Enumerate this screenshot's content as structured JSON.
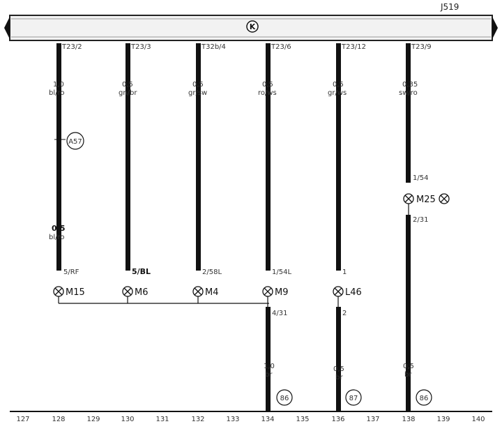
{
  "control_unit": {
    "name": "J519",
    "symbol": "K"
  },
  "wires": [
    {
      "pin": "T23/2",
      "spec_top": "1,0",
      "color_top": "bl/ro",
      "spec_mid": "0,5",
      "color_mid": "bl/ro",
      "connector": "A57",
      "end_pin": "5/RF",
      "component": "M15"
    },
    {
      "pin": "T23/3",
      "spec_top": "0,5",
      "color_top": "gn/br",
      "end_pin": "5/BL",
      "component": "M6"
    },
    {
      "pin": "T32b/4",
      "spec_top": "0,5",
      "color_top": "gr/sw",
      "end_pin": "2/58L",
      "component": "M4"
    },
    {
      "pin": "T23/6",
      "spec_top": "0,5",
      "color_top": "ro/ws",
      "end_pin": "1/54L",
      "component": "M9",
      "ground_pin": "4/31",
      "ground_spec": "1,0",
      "ground_color": "br",
      "ground_ref": "86"
    },
    {
      "pin": "T23/12",
      "spec_top": "0,5",
      "color_top": "gr/ws",
      "end_pin": "1",
      "component": "L46",
      "ground_pin": "2",
      "ground_spec": "0,5",
      "ground_color": "br",
      "ground_ref": "87"
    },
    {
      "pin": "T23/9",
      "spec_top": "0,35",
      "color_top": "sw/ro",
      "end_pin": "1/54",
      "component": "M25",
      "ground_pin": "2/31",
      "ground_spec": "0,5",
      "ground_color": "br",
      "ground_ref": "86"
    }
  ],
  "grid_numbers": [
    "127",
    "128",
    "129",
    "130",
    "131",
    "132",
    "133",
    "134",
    "135",
    "136",
    "137",
    "138",
    "139",
    "140"
  ]
}
